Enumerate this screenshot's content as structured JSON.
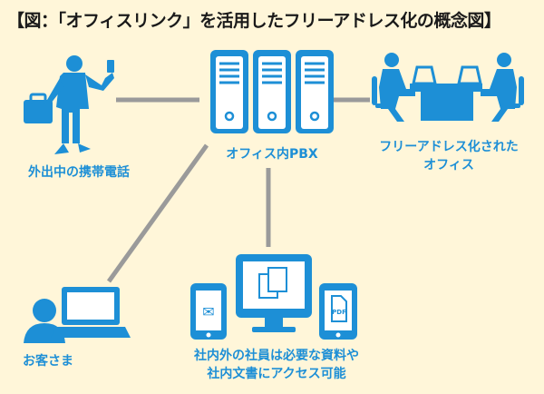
{
  "title": "【図：「オフィスリンク」を活用したフリーアドレス化の概念図】",
  "nodes": {
    "mobile": "外出中の携帯電話",
    "pbx": "オフィス内PBX",
    "office_line1": "フリーアドレス化された",
    "office_line2": "オフィス",
    "customer": "お客さま",
    "staff_line1": "社内外の社員は必要な資料や",
    "staff_line2": "社内文書にアクセス可能"
  },
  "icons": {
    "mail": "✉",
    "pdf": "PDF"
  },
  "colors": {
    "background": "#fff6d9",
    "accent": "#1d8fd6",
    "connector": "#9a9a9a"
  }
}
